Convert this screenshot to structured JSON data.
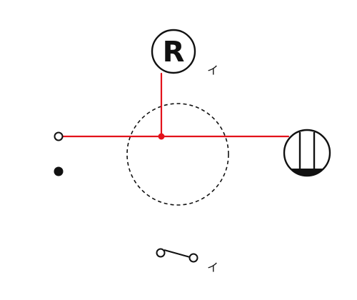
{
  "diagram": {
    "receptacle_letter": "R",
    "receptacle_mark": "イ",
    "switch_mark": "イ"
  },
  "colors": {
    "wire": "#e3121b",
    "line": "#111111",
    "background": "#ffffff"
  },
  "icons": {
    "receptacle": "receptacle-r-icon",
    "lamp": "lamp-fixture-icon",
    "switch": "switch-icon",
    "terminal_open": "open-terminal-icon",
    "terminal_filled": "filled-terminal-icon",
    "junction": "junction-dot-icon"
  }
}
